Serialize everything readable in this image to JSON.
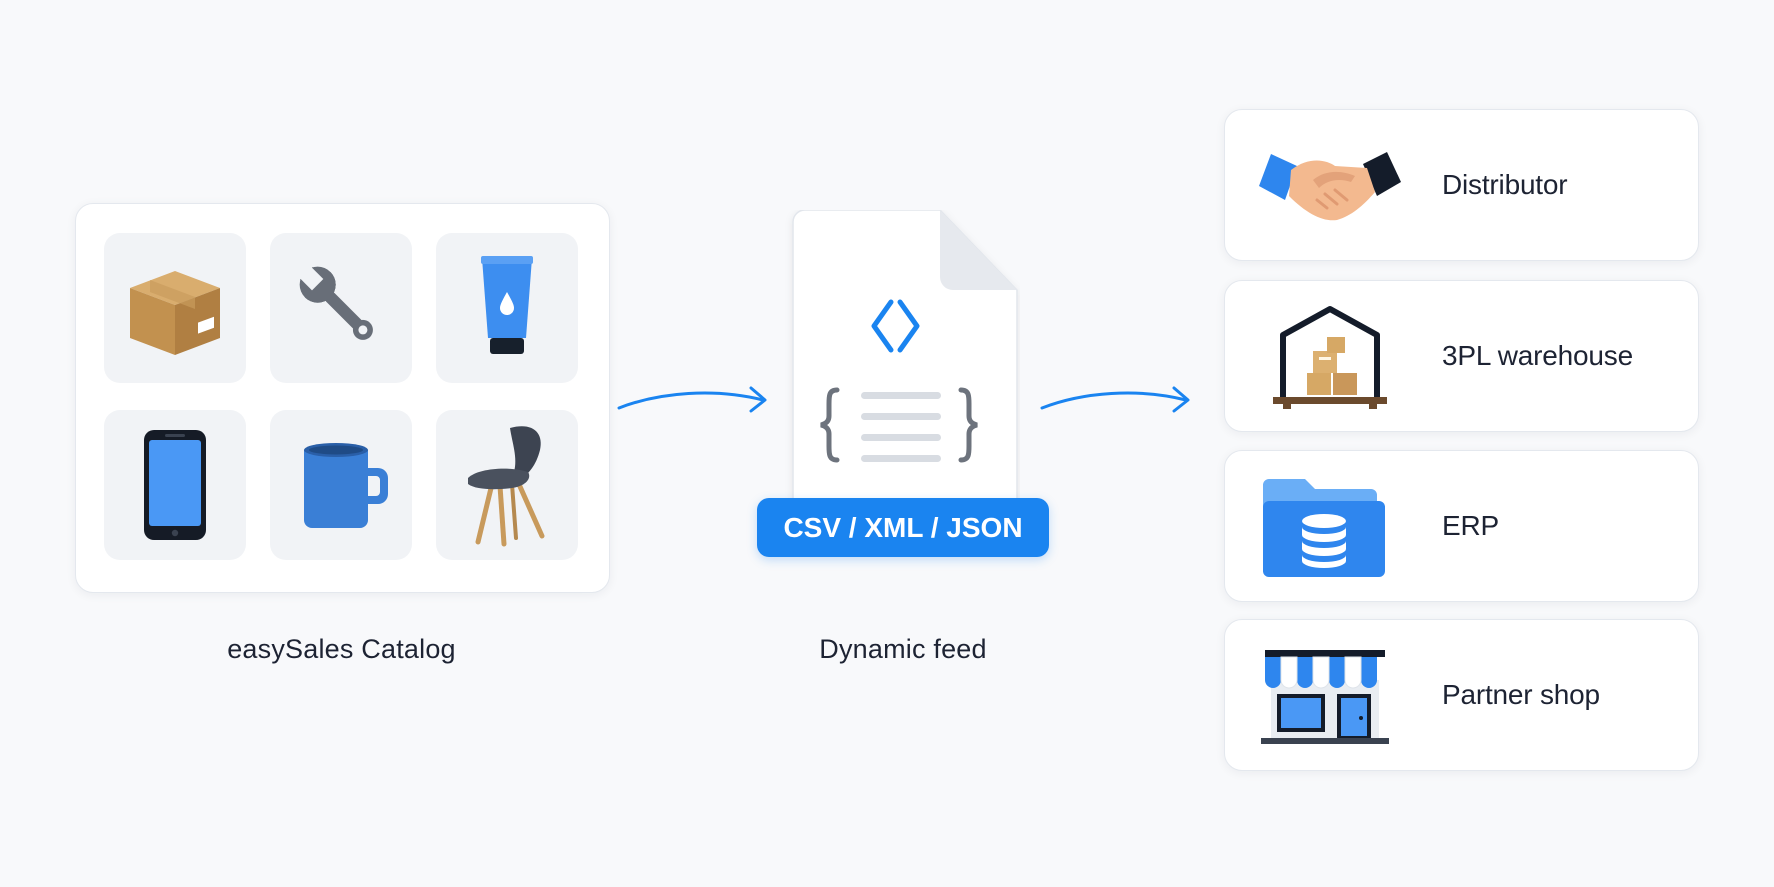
{
  "catalog": {
    "label": "easySales Catalog",
    "items": [
      {
        "icon": "cardboard-box-icon"
      },
      {
        "icon": "wrench-icon"
      },
      {
        "icon": "tube-icon"
      },
      {
        "icon": "smartphone-icon"
      },
      {
        "icon": "mug-icon"
      },
      {
        "icon": "chair-icon"
      }
    ]
  },
  "feed": {
    "label": "Dynamic feed",
    "formats": "CSV / XML / JSON",
    "icon": "code-document-icon"
  },
  "destinations": [
    {
      "label": "Distributor",
      "icon": "handshake-icon"
    },
    {
      "label": "3PL warehouse",
      "icon": "warehouse-icon"
    },
    {
      "label": "ERP",
      "icon": "database-folder-icon"
    },
    {
      "label": "Partner shop",
      "icon": "storefront-icon"
    }
  ],
  "colors": {
    "accent": "#1a84f0",
    "text": "#1d2333",
    "background": "#f8f9fb"
  }
}
